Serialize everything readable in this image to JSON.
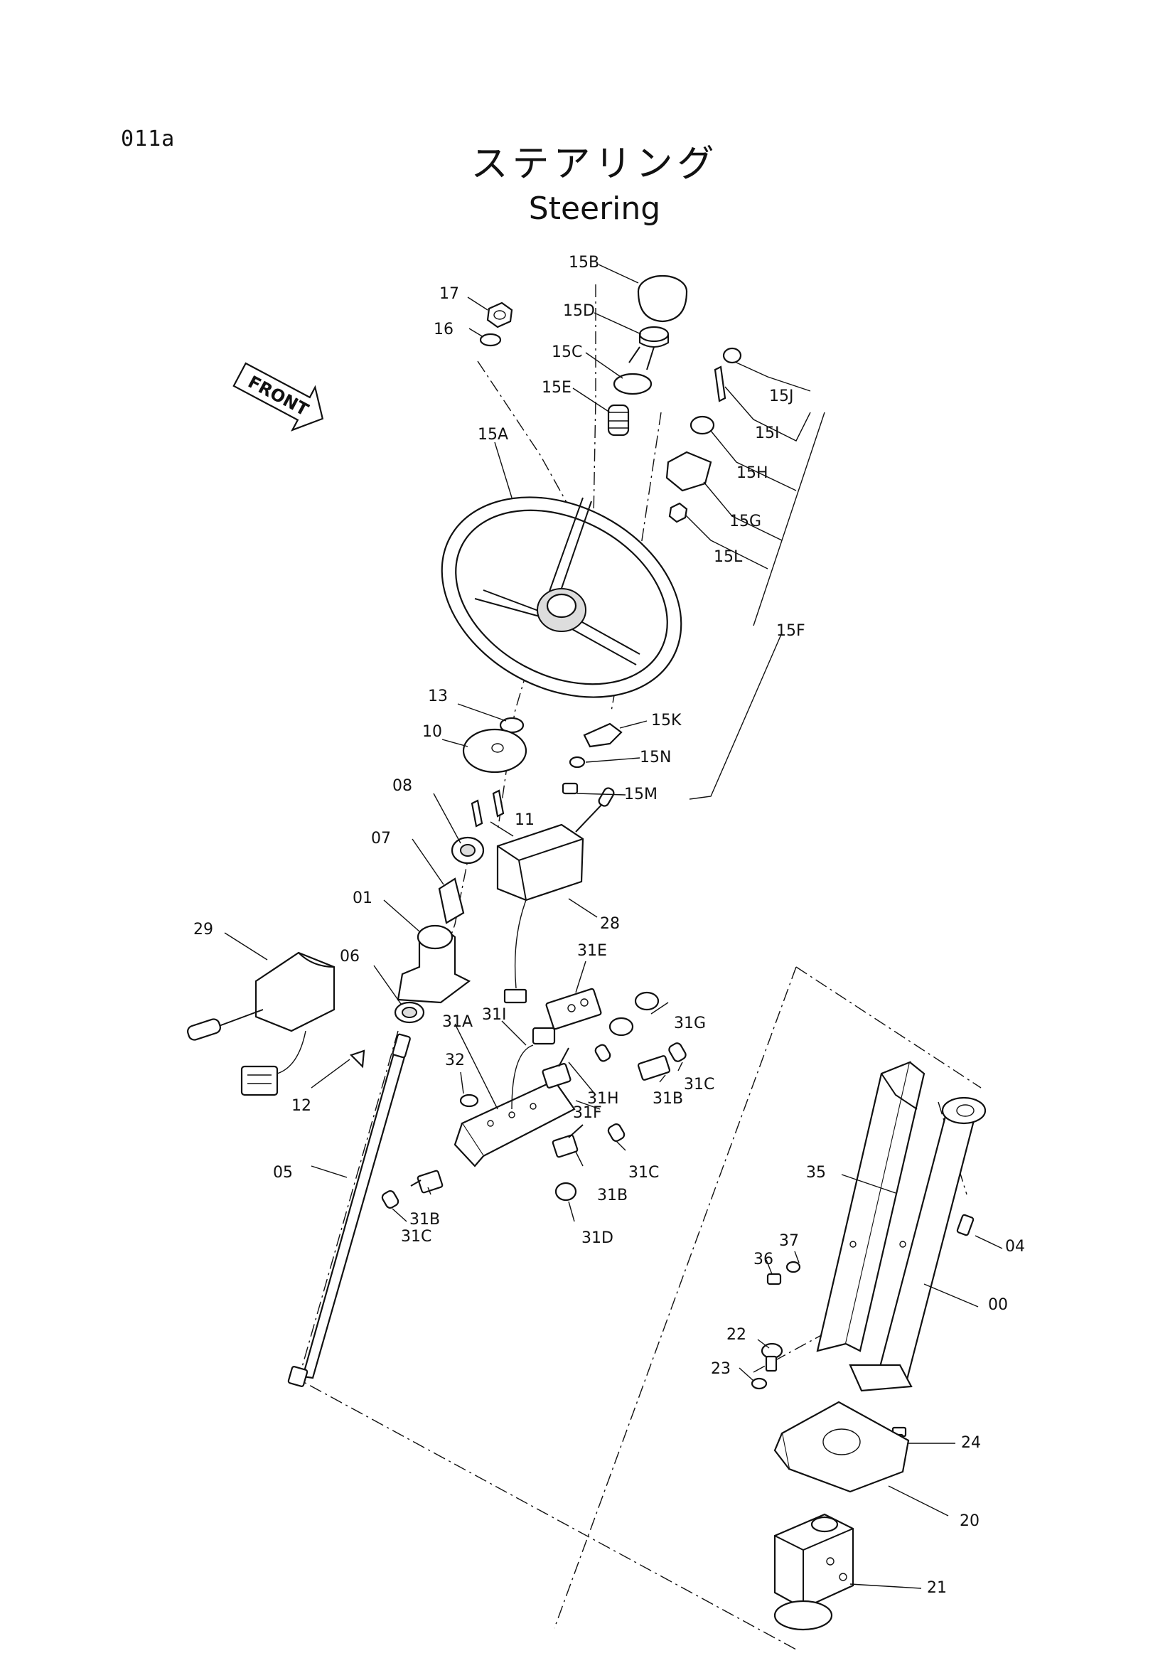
{
  "page_code": "011a",
  "title_ja": "ステアリング",
  "title_en": "Steering",
  "front_marker": "FRONT",
  "part_labels": {
    "p00": "00",
    "p01": "01",
    "p04": "04",
    "p05": "05",
    "p06": "06",
    "p07": "07",
    "p08": "08",
    "p10": "10",
    "p11": "11",
    "p12": "12",
    "p13": "13",
    "p15A": "15A",
    "p15B": "15B",
    "p15C": "15C",
    "p15D": "15D",
    "p15E": "15E",
    "p15F": "15F",
    "p15G": "15G",
    "p15H": "15H",
    "p15I": "15I",
    "p15J": "15J",
    "p15K": "15K",
    "p15L": "15L",
    "p15M": "15M",
    "p15N": "15N",
    "p16": "16",
    "p17": "17",
    "p20": "20",
    "p21": "21",
    "p22": "22",
    "p23": "23",
    "p24": "24",
    "p28": "28",
    "p29": "29",
    "p31A": "31A",
    "p31B_a": "31B",
    "p31B_b": "31B",
    "p31B_c": "31B",
    "p31C_a": "31C",
    "p31C_b": "31C",
    "p31C_c": "31C",
    "p31D": "31D",
    "p31E": "31E",
    "p31F": "31F",
    "p31G": "31G",
    "p31H": "31H",
    "p31I": "31I",
    "p32": "32",
    "p35": "35",
    "p36": "36",
    "p37": "37"
  }
}
